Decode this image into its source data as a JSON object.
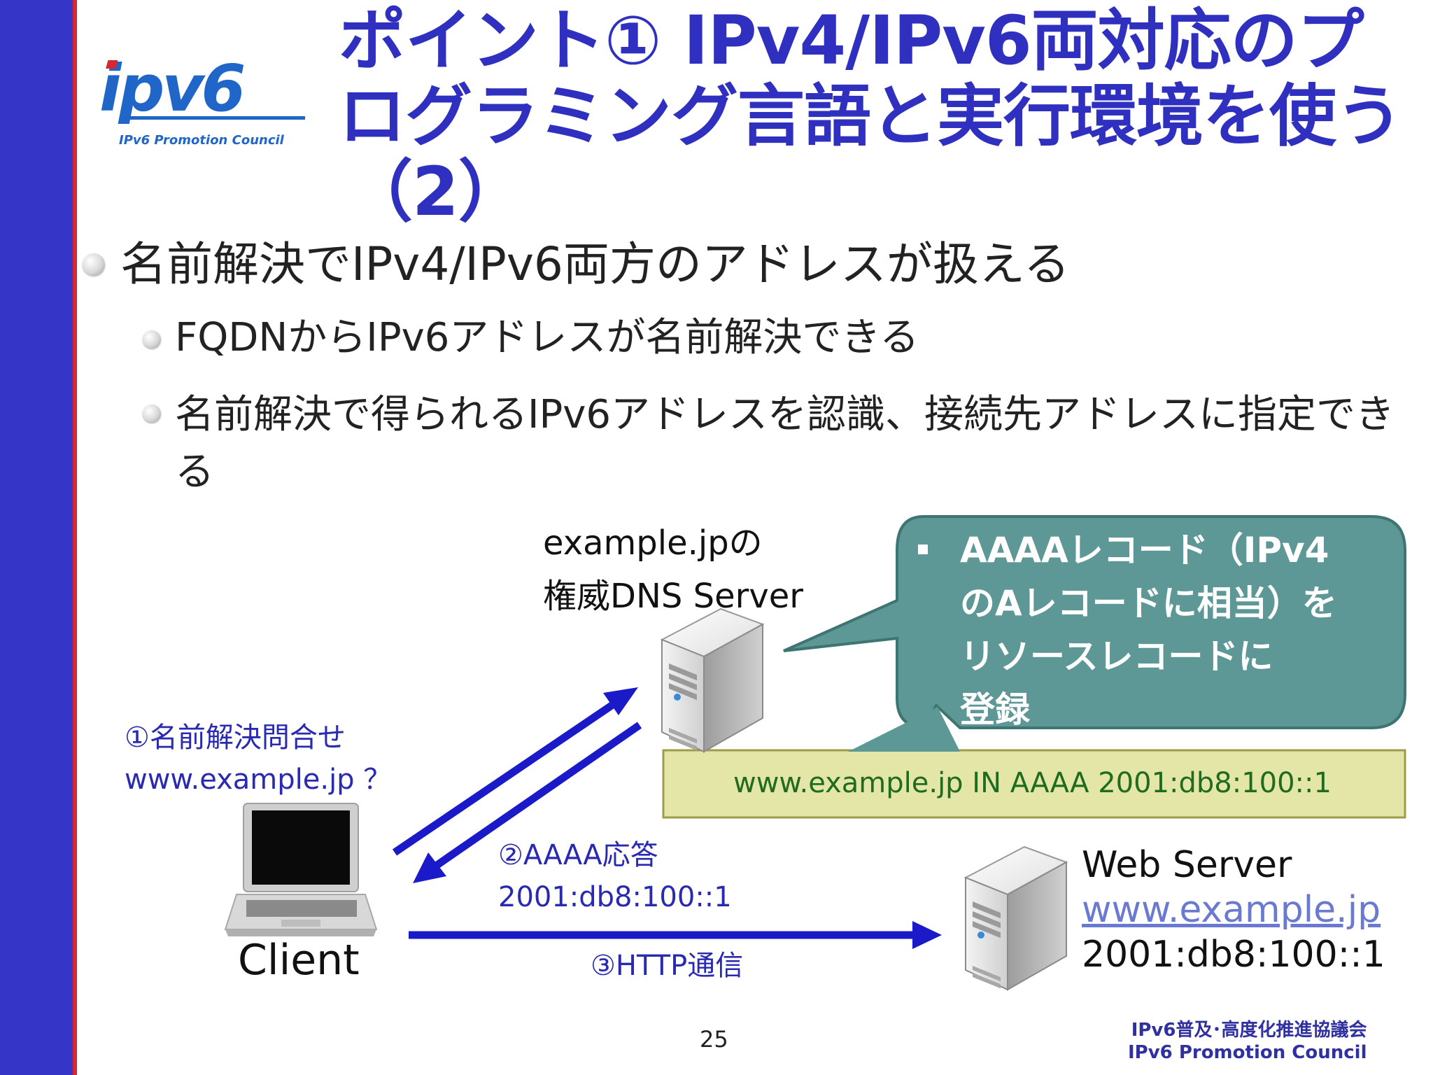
{
  "title": {
    "line1": "ポイント① IPv4/IPv6両対応のプ",
    "line2": "ログラミング言語と実行環境を使う",
    "line3": "（2）"
  },
  "logo": {
    "brand": "ipv6",
    "tagline": "IPv6 Promotion Council"
  },
  "bullets": [
    "名前解決でIPv4/IPv6両方のアドレスが扱える",
    "FQDNからIPv6アドレスが名前解決できる",
    "名前解決で得られるIPv6アドレスを認識、接続先アドレスに指定できる"
  ],
  "diagram": {
    "dns_server_label_line1": "example.jpの",
    "dns_server_label_line2": "権威DNS Server",
    "callout_line1": "AAAAレコード（IPv4",
    "callout_line2": "のAレコードに相当）を",
    "callout_line3": "リソースレコードに",
    "callout_line4": "登録",
    "record": "www.example.jp IN AAAA 2001:db8:100::1",
    "query_line1": "①名前解決問合せ",
    "query_line2": "www.example.jp ？",
    "answer_line1": "②AAAA応答",
    "answer_line2": "2001:db8:100::1",
    "http_label": "③HTTP通信",
    "client_label": "Client",
    "web_server_label": "Web Server",
    "web_server_url": "www.example.jp",
    "web_server_address": "2001:db8:100::1"
  },
  "page_number": "25",
  "footer": {
    "line1": "IPv6普及･高度化推進協議会",
    "line2": "IPv6 Promotion Council"
  },
  "colors": {
    "sidebar": "#3535c8",
    "sidebar_accent": "#d8282f",
    "title": "#3030c0",
    "arrow": "#1a1ac8",
    "callout_fill": "#5e9896",
    "record_fill": "#e4e6a8"
  }
}
